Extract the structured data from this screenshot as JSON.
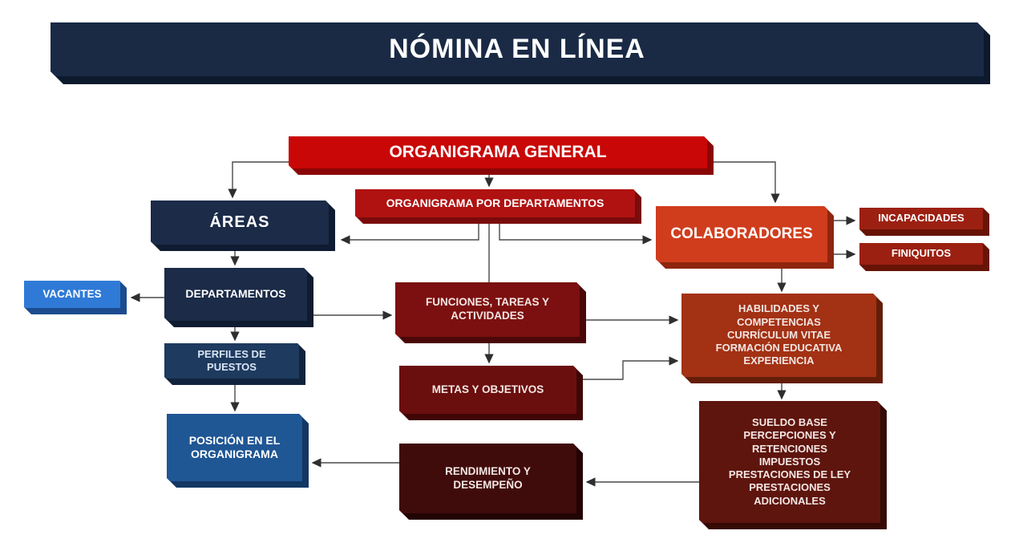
{
  "banner": {
    "title": "NÓMINA EN LÍNEA"
  },
  "colors": {
    "banner_face": "#1a2a45",
    "banner_dark": "#0d1a2e",
    "bright_red": "#c90707",
    "mid_red": "#b01111",
    "navy": "#1b2b48",
    "perfiles_blue": "#1e3a5e",
    "posicion_blue": "#1f5694",
    "vacantes_blue": "#2f7ad7",
    "orange_red": "#d03d1d",
    "brick_small": "#9c2012",
    "maroon": "#7c1010",
    "dark_maroon": "#6b0e0e",
    "deepest_maroon": "#400b0b",
    "brick_big": "#a33114",
    "dark_brown_red": "#5e150e",
    "wire": "#4a4a4a"
  },
  "nodes": {
    "general": {
      "label": "ORGANIGRAMA GENERAL"
    },
    "por_departamentos": {
      "label": "ORGANIGRAMA POR DEPARTAMENTOS"
    },
    "areas": {
      "label": "ÁREAS"
    },
    "colaboradores": {
      "label": "COLABORADORES"
    },
    "incapacidades": {
      "label": "INCAPACIDADES"
    },
    "finiquitos": {
      "label": "FINIQUITOS"
    },
    "vacantes": {
      "label": "VACANTES"
    },
    "departamentos": {
      "label": "DEPARTAMENTOS"
    },
    "perfiles": {
      "label": "PERFILES DE\nPUESTOS"
    },
    "posicion": {
      "label": "POSICIÓN EN EL\nORGANIGRAMA"
    },
    "funciones": {
      "label": "FUNCIONES, TAREAS Y\nACTIVIDADES"
    },
    "metas": {
      "label": "METAS Y OBJETIVOS"
    },
    "rendimiento": {
      "label": "RENDIMIENTO Y\nDESEMPEÑO"
    },
    "habilidades": {
      "label": "HABILIDADES Y\nCOMPETENCIAS\nCURRÍCULUM VITAE\nFORMACIÓN EDUCATIVA\nEXPERIENCIA"
    },
    "sueldo": {
      "label": "SUELDO BASE\nPERCEPCIONES Y\nRETENCIONES\nIMPUESTOS\nPRESTACIONES DE LEY\nPRESTACIONES\nADICIONALES"
    }
  },
  "edges": [
    {
      "from": "general",
      "to": "areas"
    },
    {
      "from": "general",
      "to": "por_departamentos"
    },
    {
      "from": "general",
      "to": "colaboradores"
    },
    {
      "from": "por_departamentos",
      "to": "areas"
    },
    {
      "from": "por_departamentos",
      "to": "funciones"
    },
    {
      "from": "por_departamentos",
      "to": "colaboradores"
    },
    {
      "from": "areas",
      "to": "departamentos"
    },
    {
      "from": "departamentos",
      "to": "vacantes"
    },
    {
      "from": "departamentos",
      "to": "funciones"
    },
    {
      "from": "departamentos",
      "to": "perfiles"
    },
    {
      "from": "perfiles",
      "to": "posicion"
    },
    {
      "from": "funciones",
      "to": "metas"
    },
    {
      "from": "funciones",
      "to": "habilidades"
    },
    {
      "from": "metas",
      "to": "habilidades"
    },
    {
      "from": "colaboradores",
      "to": "incapacidades"
    },
    {
      "from": "colaboradores",
      "to": "finiquitos"
    },
    {
      "from": "colaboradores",
      "to": "habilidades"
    },
    {
      "from": "habilidades",
      "to": "sueldo"
    },
    {
      "from": "sueldo",
      "to": "rendimiento"
    },
    {
      "from": "rendimiento",
      "to": "posicion"
    }
  ]
}
